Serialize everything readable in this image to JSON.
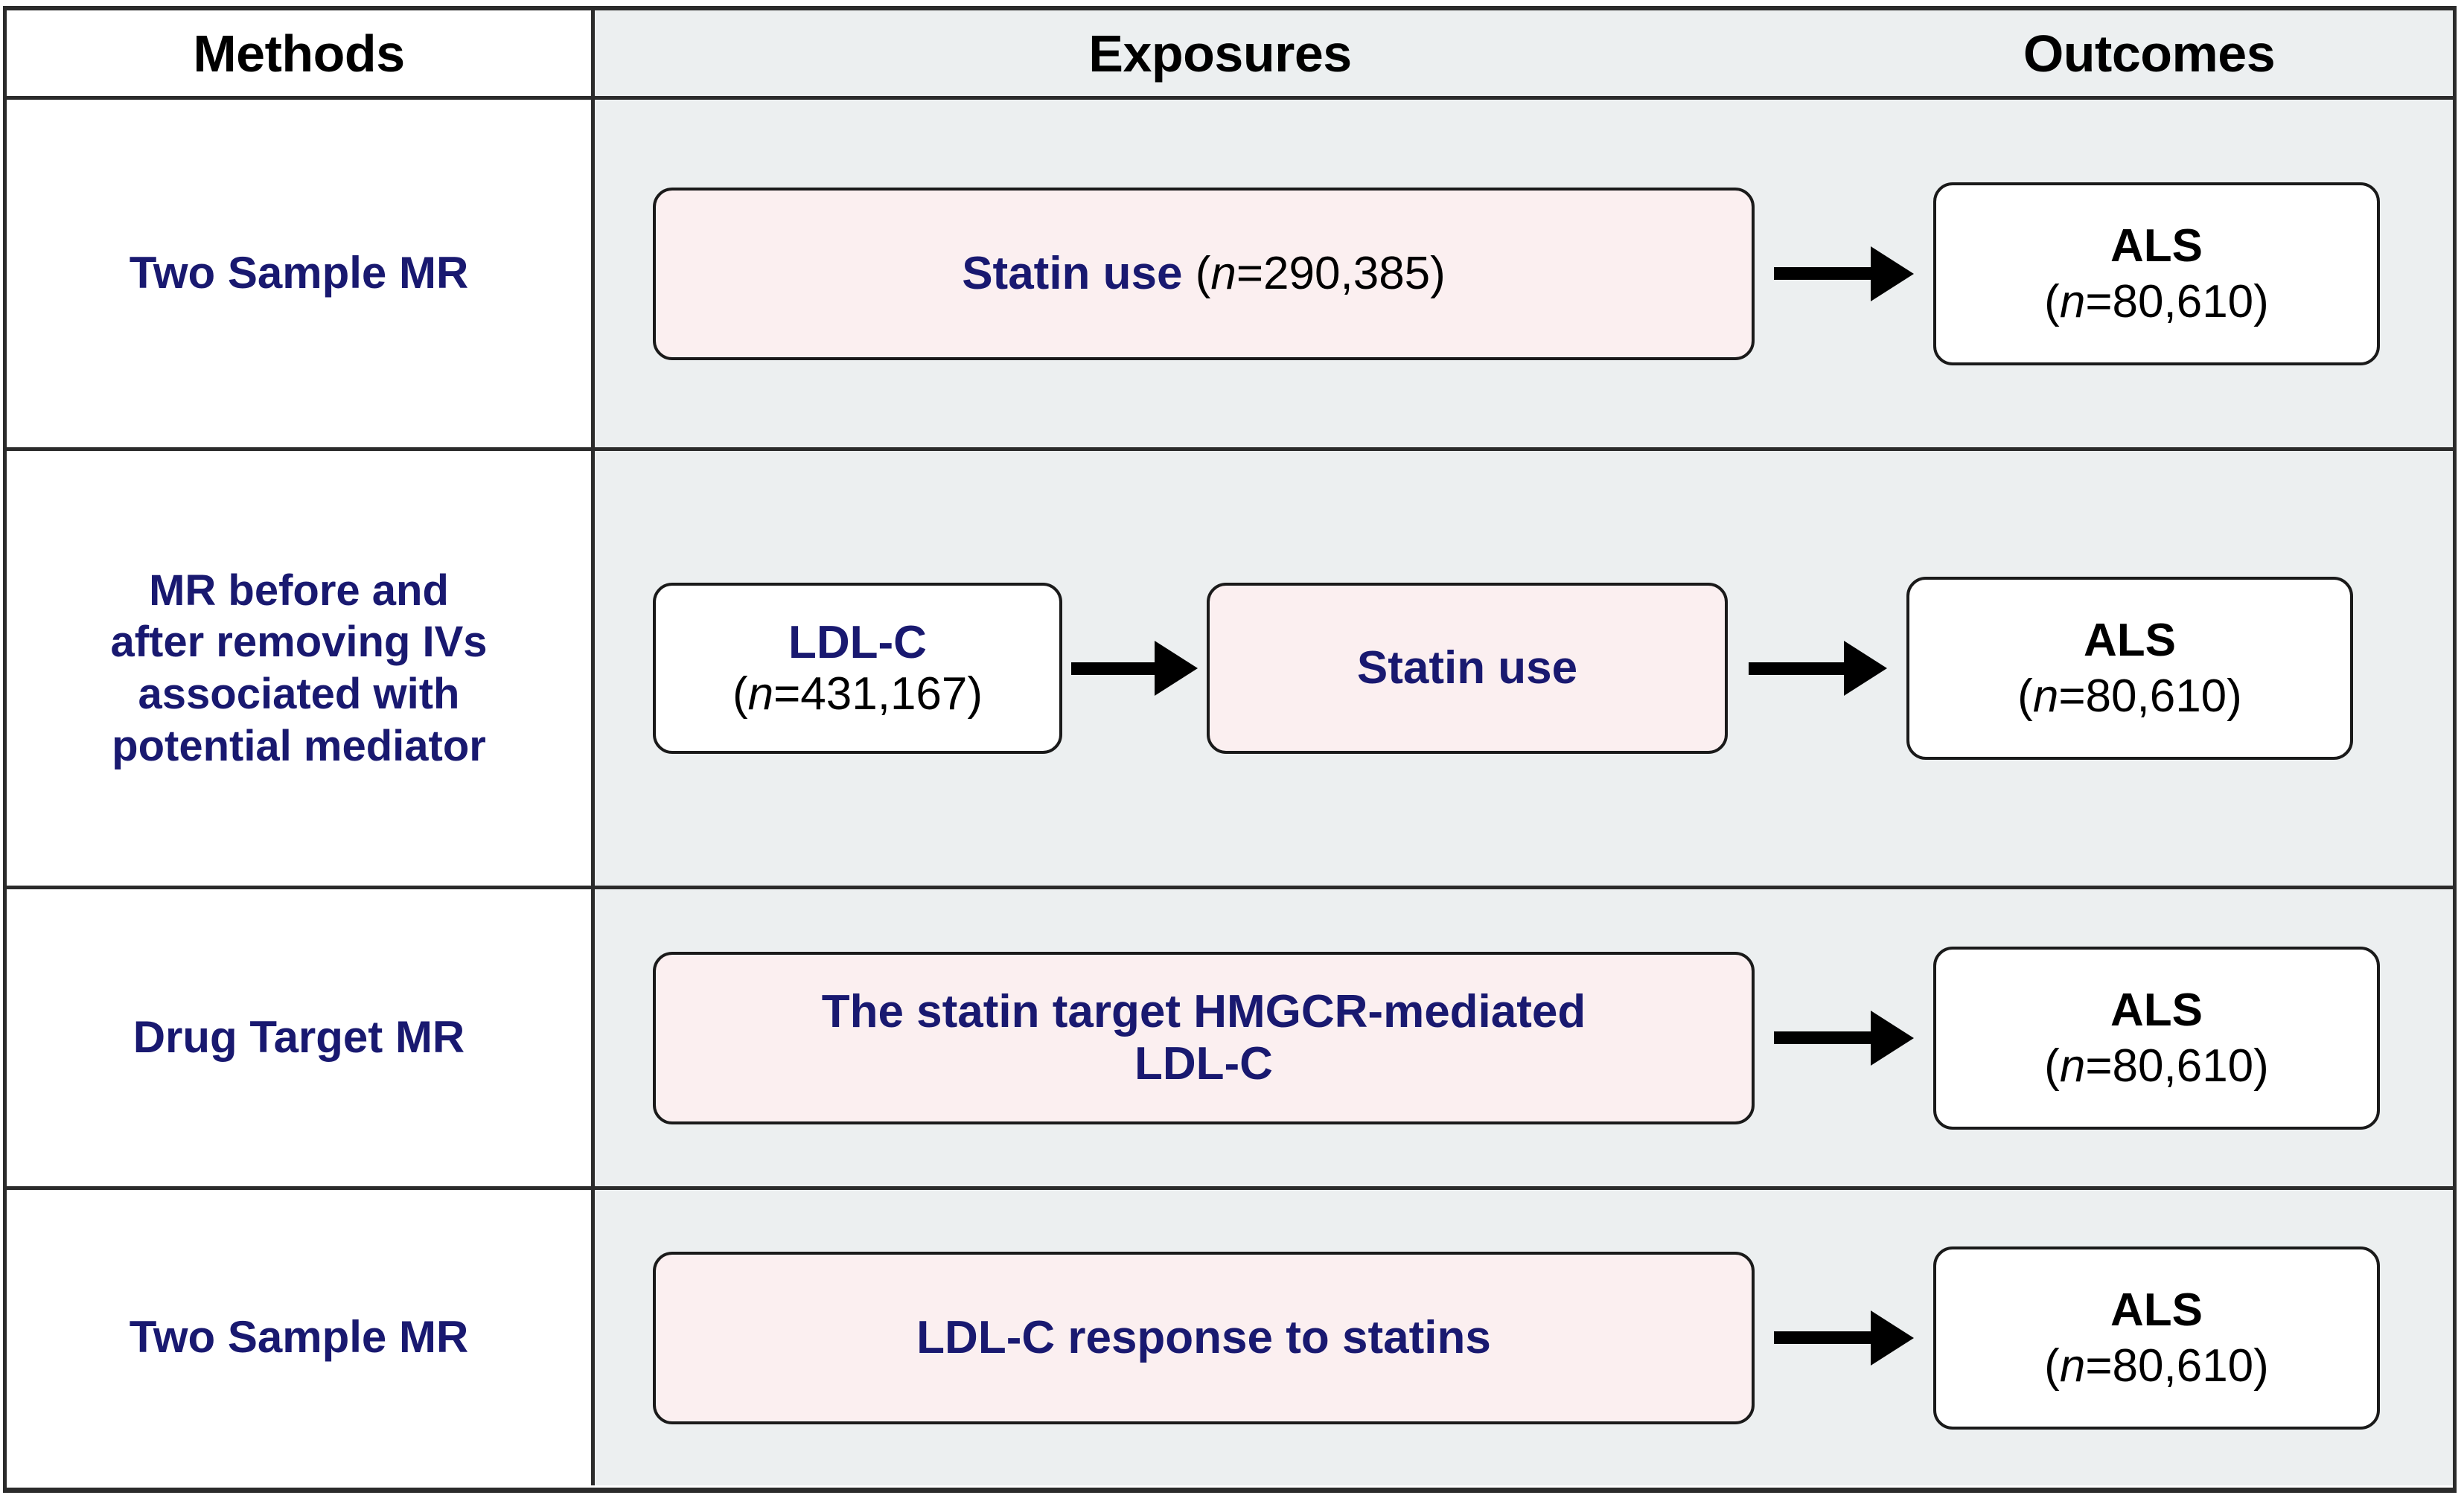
{
  "header": {
    "methods": "Methods",
    "exposures": "Exposures",
    "outcomes": "Outcomes"
  },
  "colors": {
    "text_blue": "#191970",
    "box_pink": "#fbeff0",
    "box_white": "#ffffff",
    "cell_gray": "#eceff0",
    "border_black": "#2b2b2b"
  },
  "rows": [
    {
      "method": "Two Sample MR",
      "exposure": {
        "fill": "pink",
        "label_blue": "Statin use",
        "label_black": " (n=290,385)"
      },
      "outcome": {
        "title": "ALS",
        "n": "(n=80,610)"
      }
    },
    {
      "method_lines": [
        "MR before and",
        "after removing IVs",
        "associated with",
        "potential mediator"
      ],
      "mediator": {
        "fill": "white",
        "label_blue": "LDL-C",
        "label_black": "(n=431,167)"
      },
      "exposure": {
        "fill": "pink",
        "label_blue": "Statin use"
      },
      "outcome": {
        "title": "ALS",
        "n": "(n=80,610)"
      }
    },
    {
      "method": "Drug Target MR",
      "exposure": {
        "fill": "pink",
        "label_line1": "The statin target HMGCR-mediated",
        "label_line2": "LDL-C"
      },
      "outcome": {
        "title": "ALS",
        "n": "(n=80,610)"
      }
    },
    {
      "method": "Two Sample MR",
      "exposure": {
        "fill": "pink",
        "label_blue": "LDL-C response to statins"
      },
      "outcome": {
        "title": "ALS",
        "n": "(n=80,610)"
      }
    }
  ]
}
